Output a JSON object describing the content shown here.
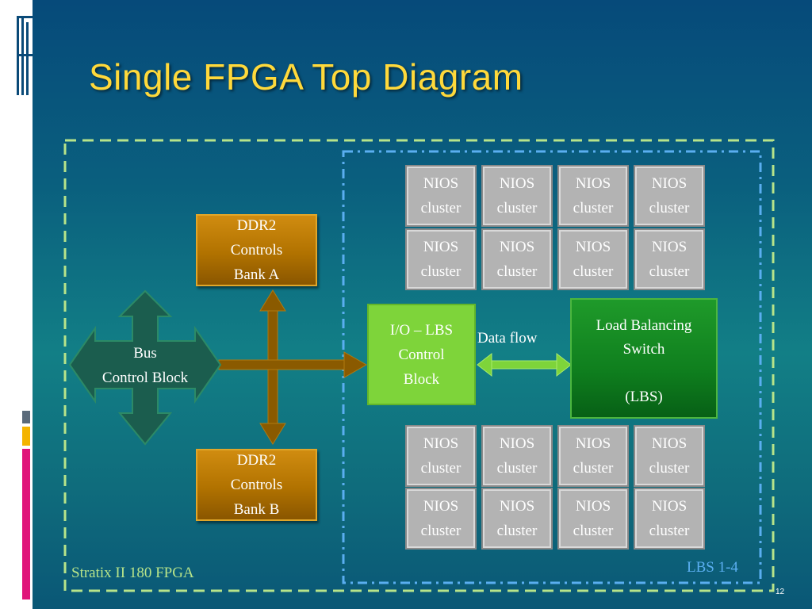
{
  "slide": {
    "title": "Single FPGA Top Diagram",
    "page_number": "12",
    "fpga_label": "Stratix II 180 FPGA",
    "lbs_group_label": "LBS 1-4"
  },
  "blocks": {
    "ddr_a": {
      "line1": "DDR2",
      "line2": "Controls",
      "line3": "Bank A"
    },
    "ddr_b": {
      "line1": "DDR2",
      "line2": "Controls",
      "line3": "Bank B"
    },
    "bus_control": {
      "line1": "Bus",
      "line2": "Control Block"
    },
    "io_lbs": {
      "line1": "I/O – LBS",
      "line2": "Control",
      "line3": "Block"
    },
    "lbs": {
      "line1": "Load Balancing",
      "line2": "Switch",
      "line3": "(LBS)"
    },
    "data_flow": "Data flow",
    "nios": {
      "line1": "NIOS",
      "line2": "cluster"
    }
  },
  "colors": {
    "title": "#ffd93b",
    "outer_dash": "#b7e48a",
    "inner_dash": "#5aaef0",
    "arrow_brown": "#8a5a00",
    "bus_block": "#1b5d4e",
    "io_block": "#7ed43a",
    "lbs_block": "#0f7f1e",
    "nios_block": "#b3b3b3",
    "fpga_label": "#b7e48a",
    "lbs_label": "#5aaef0"
  },
  "icons": [
    "bus-four-way-arrow",
    "cross-arrow",
    "double-headed-arrow"
  ]
}
